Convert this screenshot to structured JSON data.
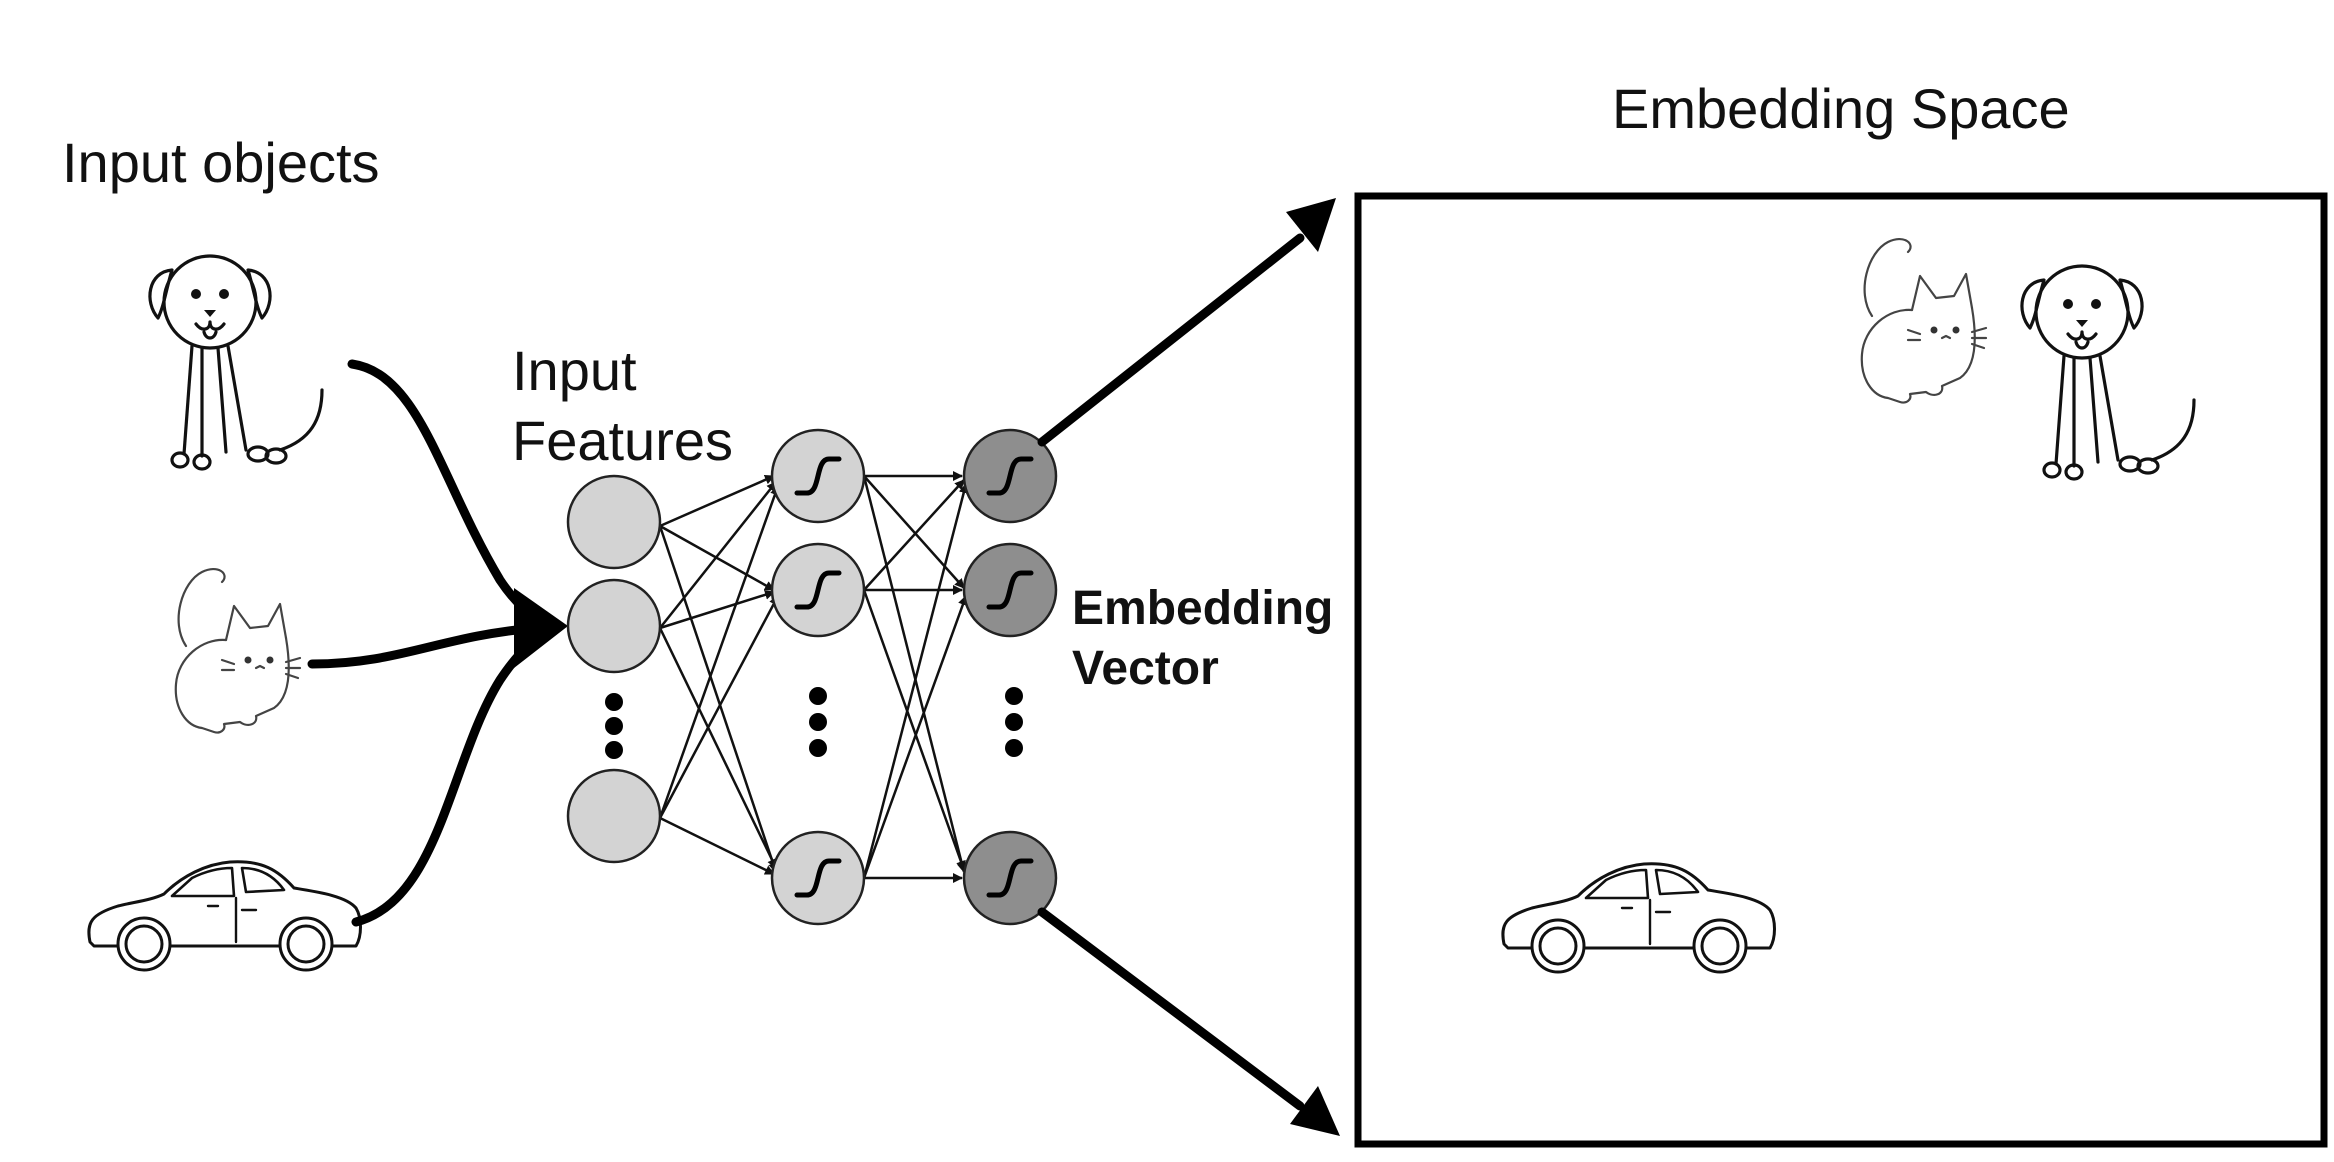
{
  "labels": {
    "input_objects": "Input objects",
    "input_features_line1": "Input",
    "input_features_line2": "Features",
    "embedding_vector_line1": "Embedding",
    "embedding_vector_line2": "Vector",
    "embedding_space": "Embedding Space"
  },
  "input_objects": [
    {
      "name": "dog",
      "icon": "dog-icon"
    },
    {
      "name": "cat",
      "icon": "cat-icon"
    },
    {
      "name": "car",
      "icon": "car-icon"
    }
  ],
  "network": {
    "layers": [
      {
        "role": "input-features",
        "shown_nodes": 3,
        "activation": "none",
        "color": "#d3d3d3"
      },
      {
        "role": "hidden",
        "shown_nodes": 3,
        "activation": "sigmoid",
        "color": "#d3d3d3"
      },
      {
        "role": "embedding-vector",
        "shown_nodes": 3,
        "activation": "sigmoid",
        "color": "#8e8e8e"
      }
    ],
    "ellipsis": "vertical-dots"
  },
  "embedding_space_items": [
    "cat-icon",
    "dog-icon",
    "car-icon"
  ]
}
